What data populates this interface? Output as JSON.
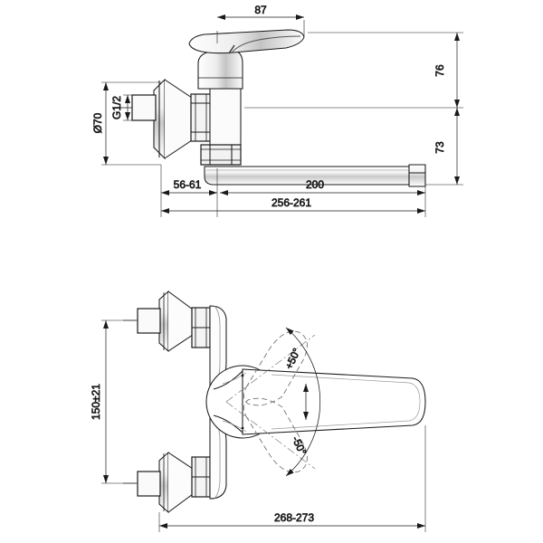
{
  "drawing": {
    "type": "technical-dimension-drawing",
    "subject": "wall-mounted single-lever kitchen mixer tap with swivel spout",
    "units": "mm",
    "background_color": "#ffffff",
    "line_color": "#1a1a1a",
    "shading_color": "#9a9a9a",
    "views": [
      {
        "id": "side-elevation",
        "label": ""
      },
      {
        "id": "top-plan",
        "label": ""
      }
    ]
  },
  "side_view": {
    "dimensions": {
      "lever_length": "87",
      "flange_diameter": "Ø70",
      "inlet_thread": "G1/2",
      "height_above_inlet": "76",
      "height_below_inlet": "73",
      "wall_to_body": "56-61",
      "spout_length": "200",
      "total_projection": "256-261"
    }
  },
  "top_view": {
    "dimensions": {
      "inlet_centres": "150±21",
      "total_length": "268-273",
      "swivel_positive": "+50°",
      "swivel_negative": "-50°"
    }
  }
}
